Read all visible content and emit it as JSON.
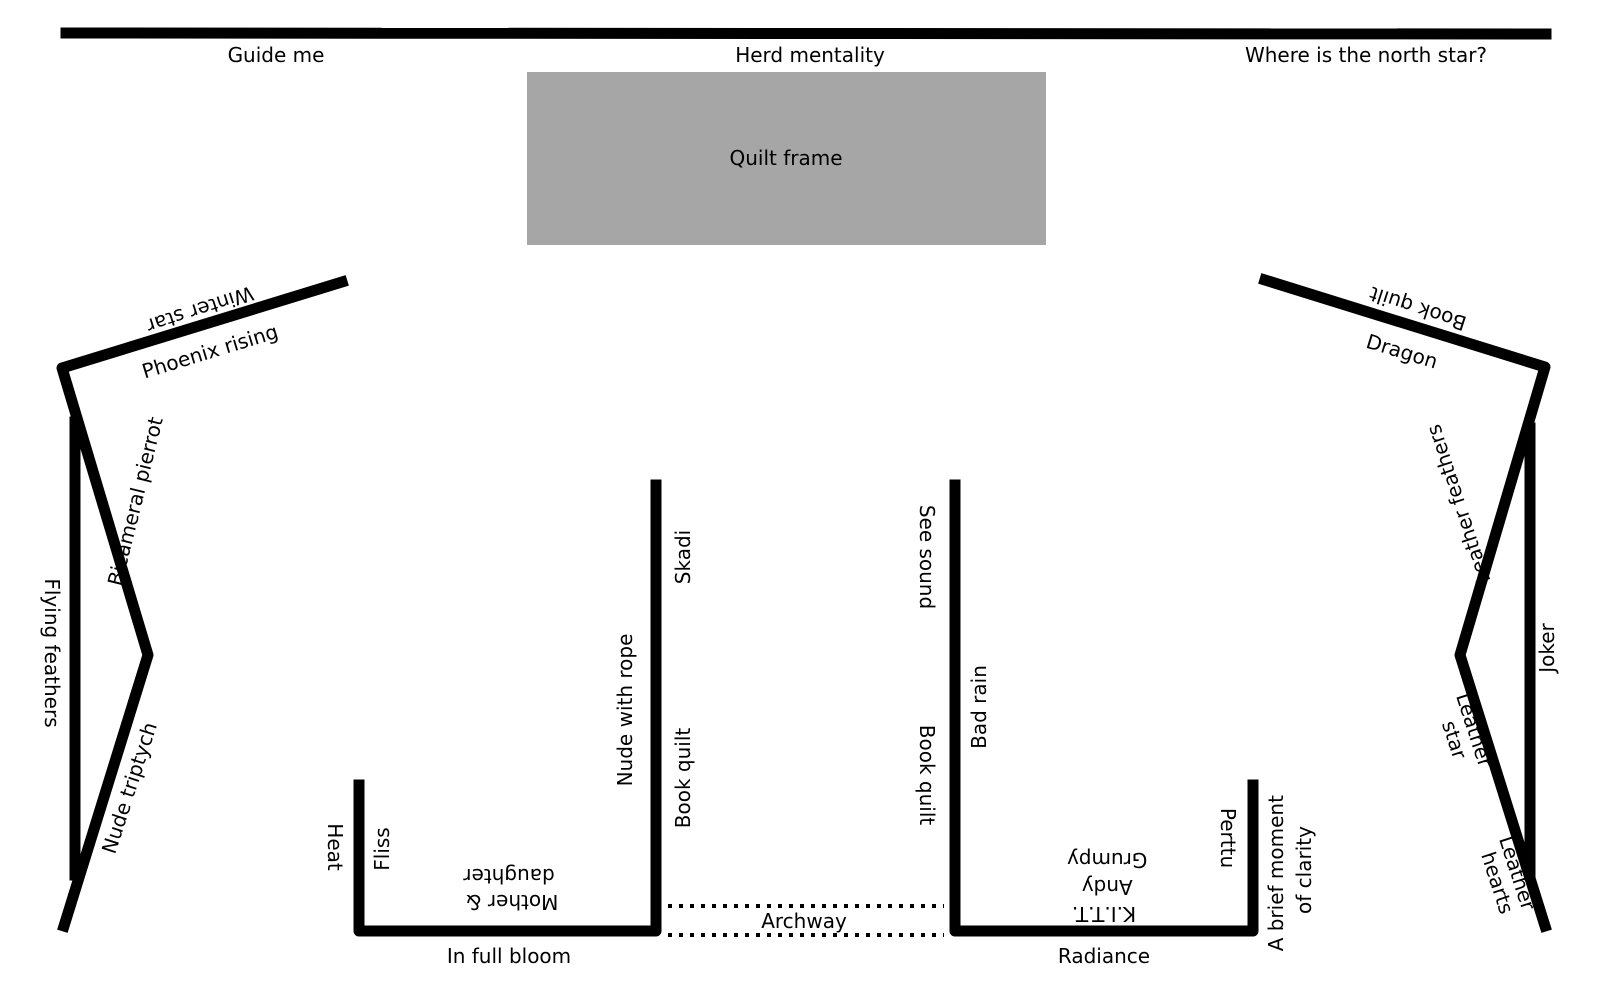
{
  "colors": {
    "wall": "#000000",
    "frame_fill": "#a6a6a6",
    "background": "#ffffff"
  },
  "top_wall": {
    "left_label": "Guide me",
    "center_label": "Herd mentality",
    "right_label": "Where is the north star?"
  },
  "quilt_frame": {
    "label": "Quilt frame"
  },
  "left_bay": {
    "winter_star": "Winter star",
    "phoenix_rising": "Phoenix rising",
    "bicameral_pierrot": "Bicameral pierrot",
    "flying_feathers": "Flying feathers",
    "nude_triptych": "Nude triptych"
  },
  "right_bay": {
    "book_quilt": "Book quilt",
    "dragon": "Dragon",
    "leather_feathers": "Leather feathers",
    "joker": "Joker",
    "leather_star": [
      "Leather",
      "star"
    ],
    "leather_hearts": [
      "Leather",
      "hearts"
    ]
  },
  "left_room": {
    "heat": "Heat",
    "fliss": "Fliss",
    "mother_daughter": [
      "Mother &",
      "daughter"
    ],
    "nude_with_rope": "Nude with rope",
    "skadi": "Skadi",
    "book_quilt": "Book quilt",
    "in_full_bloom": "In full bloom"
  },
  "archway": {
    "label": "Archway"
  },
  "right_room": {
    "see_sound": "See sound",
    "bad_rain": "Bad rain",
    "book_quilt": "Book quilt",
    "grumpy_andy_kitt": [
      "Grumpy",
      "Andy",
      "K.I.T.T."
    ],
    "perttu": "Perttu",
    "brief_moment": [
      "A brief moment",
      "of clarity"
    ],
    "radiance": "Radiance"
  }
}
